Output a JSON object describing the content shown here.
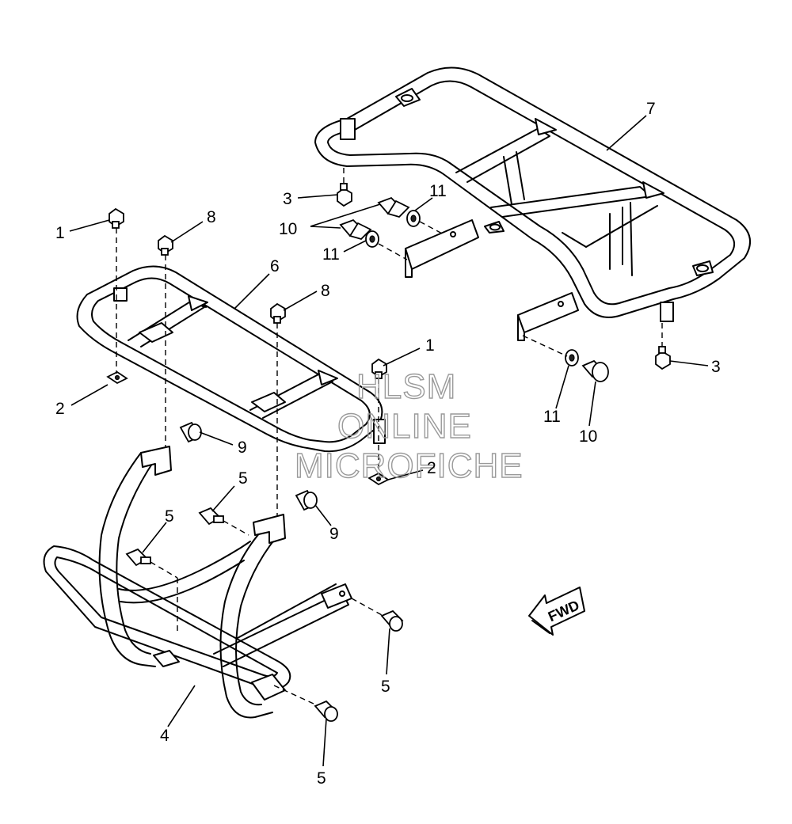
{
  "callouts": {
    "c1a": "1",
    "c1b": "1",
    "c2a": "2",
    "c2b": "2",
    "c3a": "3",
    "c3b": "3",
    "c4": "4",
    "c5a": "5",
    "c5b": "5",
    "c5c": "5",
    "c5d": "5",
    "c6": "6",
    "c7": "7",
    "c8a": "8",
    "c8b": "8",
    "c9a": "9",
    "c9b": "9",
    "c10a": "10",
    "c10b": "10",
    "c11a": "11",
    "c11b": "11",
    "c11c": "11"
  },
  "watermark": {
    "line1": "HLSM",
    "line2": "ONLINE",
    "line3": "MICROFICHE"
  },
  "fwd_label": "FWD",
  "icons": {
    "direction": "forward-arrow-icon"
  }
}
